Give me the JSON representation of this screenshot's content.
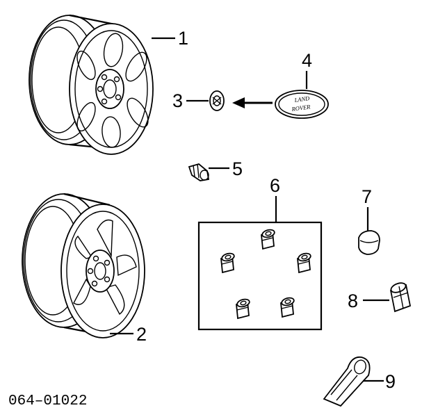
{
  "callouts": {
    "c1": "1",
    "c2": "2",
    "c3": "3",
    "c4": "4",
    "c5": "5",
    "c6": "6",
    "c7": "7",
    "c8": "8",
    "c9": "9"
  },
  "badge_text": {
    "line1": "LAND",
    "line2": "ROVER"
  },
  "reference_number": "064–01022"
}
